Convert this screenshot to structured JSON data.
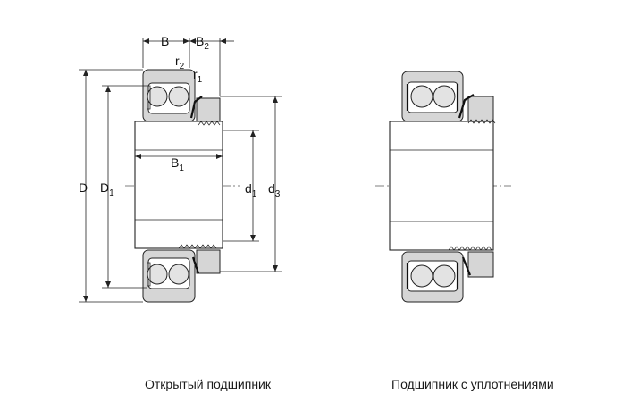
{
  "labels": {
    "B": "B",
    "B2_main": "B",
    "B2_sub": "2",
    "r2_main": "r",
    "r2_sub": "2",
    "r1_main": "r",
    "r1_sub": "1",
    "B1_main": "B",
    "B1_sub": "1",
    "D": "D",
    "D1_main": "D",
    "D1_sub": "1",
    "d1_main": "d",
    "d1_sub": "1",
    "d3_main": "d",
    "d3_sub": "3"
  },
  "captions": {
    "open": "Открытый подшипник",
    "sealed": "Подшипник с уплотнениями"
  }
}
